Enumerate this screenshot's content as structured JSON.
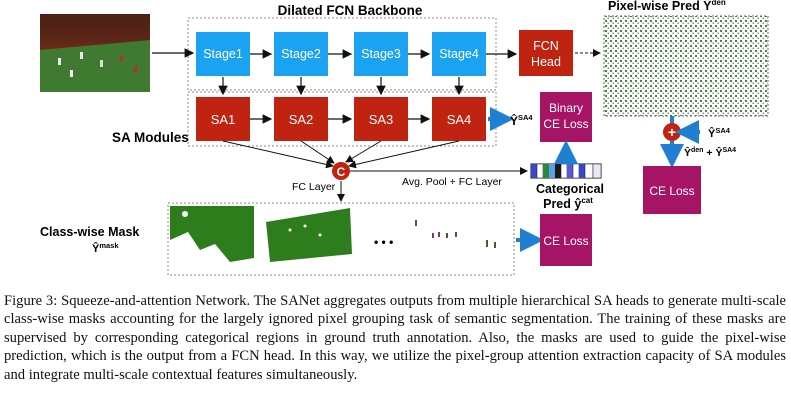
{
  "figure": {
    "backbone_title": "Dilated FCN Backbone",
    "stages": [
      "Stage1",
      "Stage2",
      "Stage3",
      "Stage4"
    ],
    "fcn_head": [
      "FCN",
      "Head"
    ],
    "pixelwise_pred": "Pixel-wise Pred Ŷ",
    "pixelwise_pred_sup": "den",
    "sa_modules_label": "SA Modules",
    "sa_blocks": [
      "SA1",
      "SA2",
      "SA3",
      "SA4"
    ],
    "y_sa4": "Ŷ",
    "y_sa4_sup": "SA4",
    "binary_ce_loss": [
      "Binary",
      "CE Loss"
    ],
    "concat_symbol": "C",
    "fc_layer": "FC Layer",
    "avg_pool_fc": "Avg. Pool + FC Layer",
    "categorical_pred": [
      "Categorical",
      "Pred ŷ"
    ],
    "categorical_pred_sup": "cat",
    "classwise_mask": "Class-wise Mask",
    "y_mask": "Ŷ",
    "y_mask_sup": "mask",
    "ellipsis": "• • •",
    "ce_loss_mask": "CE Loss",
    "plus_symbol": "+",
    "sum_label_y_sa4": "Ŷ",
    "sum_label_y_sa4_sup": "SA4",
    "sum_formula_a": "Ŷ",
    "sum_formula_a_sup": "den",
    "sum_formula_plus": " + ",
    "sum_formula_b": "Ŷ",
    "sum_formula_b_sup": "SA4",
    "ce_loss_final": "CE Loss",
    "colors": {
      "stage_blue": "#1aa3f0",
      "sa_red": "#c0230f",
      "loss_purple": "#a61466",
      "arrow_blue": "#1f7fd0",
      "mask_green": "#2e7d1d"
    }
  },
  "caption": "Figure 3: Squeeze-and-attention Network. The SANet aggregates outputs from multiple hierarchical SA heads to generate multi-scale class-wise masks accounting for the largely ignored pixel grouping task of semantic segmentation. The training of these masks are supervised by corresponding categorical regions in ground truth annotation. Also, the masks are used to guide the pixel-wise prediction, which is the output from a FCN head. In this way, we utilize the pixel-group attention extraction capacity of SA modules and integrate multi-scale contextual features simultaneously."
}
